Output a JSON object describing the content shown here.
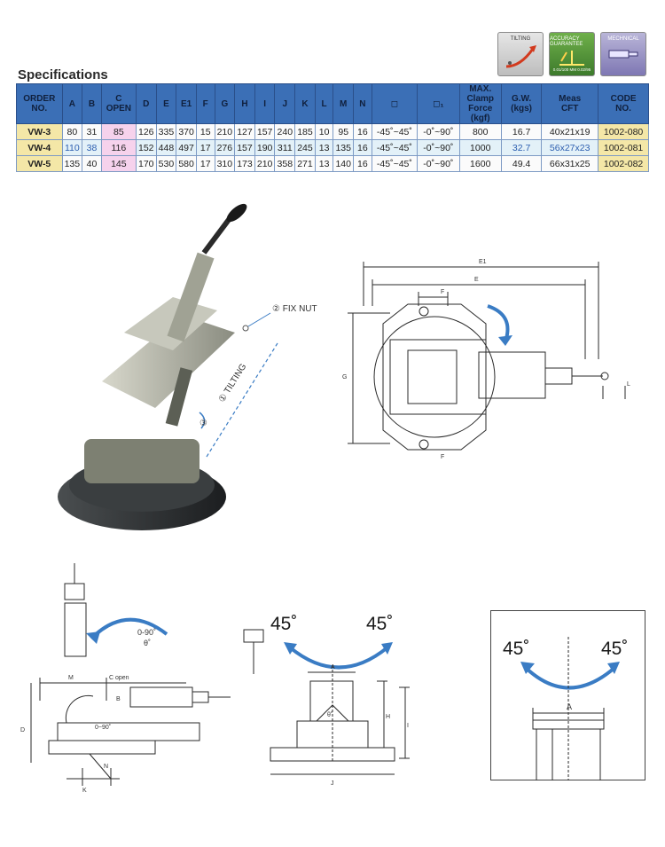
{
  "badges": [
    {
      "label": "TILTING"
    },
    {
      "label": "ACCURACY GUARANTEE",
      "sub": "0.01/100 MM 0.02/95"
    },
    {
      "label": "MECHNICAL"
    }
  ],
  "spec_title": "Specifications",
  "table": {
    "headers": [
      {
        "line1": "ORDER",
        "line2": "NO."
      },
      {
        "line1": "A"
      },
      {
        "line1": "B"
      },
      {
        "line1": "C",
        "line2": "OPEN"
      },
      {
        "line1": "D"
      },
      {
        "line1": "E"
      },
      {
        "line1": "E1"
      },
      {
        "line1": "F"
      },
      {
        "line1": "G"
      },
      {
        "line1": "H"
      },
      {
        "line1": "I"
      },
      {
        "line1": "J"
      },
      {
        "line1": "K"
      },
      {
        "line1": "L"
      },
      {
        "line1": "M"
      },
      {
        "line1": "N"
      },
      {
        "line1": "◻"
      },
      {
        "line1": "◻₁"
      },
      {
        "line1": "MAX.",
        "line2": "Clamp",
        "line3": "Force",
        "line4": "(kgf)"
      },
      {
        "line1": "G.W.",
        "line2": "(kgs)"
      },
      {
        "line1": "Meas",
        "line2": "CFT"
      },
      {
        "line1": "CODE",
        "line2": "NO."
      }
    ],
    "rows": [
      [
        "VW-3",
        "80",
        "31",
        "85",
        "126",
        "335",
        "370",
        "15",
        "210",
        "127",
        "157",
        "240",
        "185",
        "10",
        "95",
        "16",
        "-45˚~45˚",
        "-0˚~90˚",
        "800",
        "16.7",
        "40x21x19",
        "1002-080"
      ],
      [
        "VW-4",
        "110",
        "38",
        "116",
        "152",
        "448",
        "497",
        "17",
        "276",
        "157",
        "190",
        "311",
        "245",
        "13",
        "135",
        "16",
        "-45˚~45˚",
        "-0˚~90˚",
        "1000",
        "32.7",
        "56x27x23",
        "1002-081"
      ],
      [
        "VW-5",
        "135",
        "40",
        "145",
        "170",
        "530",
        "580",
        "17",
        "310",
        "173",
        "210",
        "358",
        "271",
        "13",
        "140",
        "16",
        "-45˚~45˚",
        "-0˚~90˚",
        "1600",
        "49.4",
        "66x31x25",
        "1002-082"
      ]
    ]
  },
  "photo_labels": {
    "fix_nut": "② FIX NUT",
    "tilting": "① TILTING",
    "swivel": "③"
  },
  "top_view": {
    "e1": "E1",
    "e": "E",
    "f_top": "F",
    "f_bottom": "F",
    "g": "G",
    "l": "L"
  },
  "side_view": {
    "angle": "0-90˚",
    "theta": "θ˚",
    "m": "M",
    "c_open": "C open",
    "b": "B",
    "d": "D",
    "k": "K",
    "n": "N",
    "inner_angle": "0~90˚"
  },
  "front_view": {
    "left_deg": "45˚",
    "right_deg": "45˚",
    "a": "A",
    "h": "H",
    "i": "I",
    "j": "J",
    "theta": "θ˚"
  },
  "detail_view": {
    "left_deg": "45˚",
    "right_deg": "45˚",
    "a": "A"
  },
  "colors": {
    "header_bg": "#3b6fb6",
    "arrow_blue": "#3a7cc4",
    "order_bg": "#f4e7a7",
    "copen_bg": "#f6d2ec"
  }
}
